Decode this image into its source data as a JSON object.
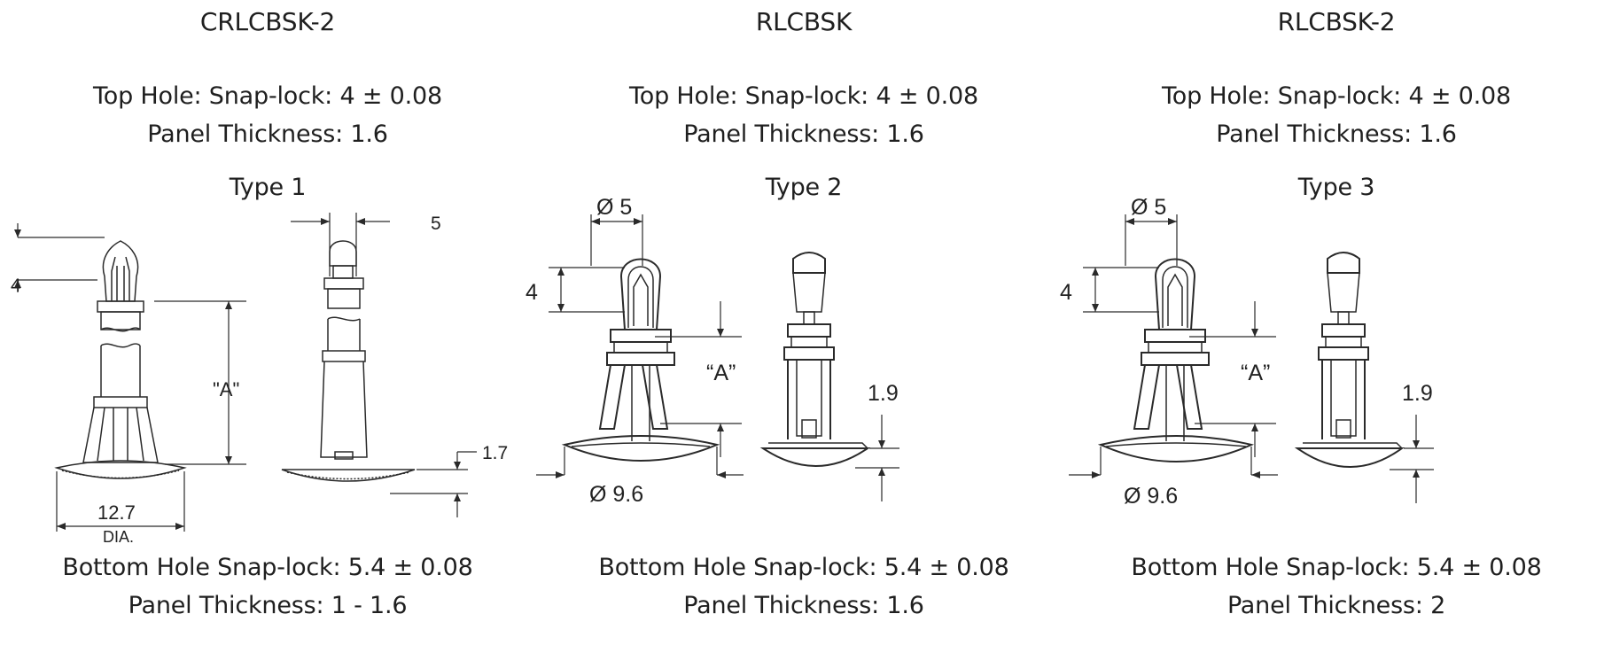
{
  "columns": [
    {
      "code": "CRLCBSK-2",
      "top_hole": "Top Hole: Snap-lock: 4 ± 0.08",
      "top_panel": "Panel Thickness: 1.6",
      "type": "Type 1",
      "bottom_hole": "Bottom Hole Snap-lock: 5.4 ± 0.08",
      "bottom_panel": "Panel Thickness: 1 - 1.6",
      "dims": {
        "top_width": "5",
        "top_height": "4",
        "length": "\"A\"",
        "base_thickness": "1.7",
        "base_dia": "12.7",
        "base_dia_note": "DIA."
      }
    },
    {
      "code": "RLCBSK",
      "top_hole": "Top Hole: Snap-lock: 4 ± 0.08",
      "top_panel": "Panel Thickness: 1.6",
      "type": "Type 2",
      "bottom_hole": "Bottom Hole Snap-lock: 5.4 ± 0.08",
      "bottom_panel": "Panel Thickness: 1.6",
      "dims": {
        "top_dia": "Ø 5",
        "top_height": "4",
        "length": "“A”",
        "base_thickness": "1.9",
        "base_dia": "Ø 9.6"
      }
    },
    {
      "code": "RLCBSK-2",
      "top_hole": "Top Hole: Snap-lock: 4 ± 0.08",
      "top_panel": "Panel Thickness: 1.6",
      "type": "Type 3",
      "bottom_hole": "Bottom Hole Snap-lock: 5.4 ± 0.08",
      "bottom_panel": "Panel Thickness: 2",
      "dims": {
        "top_dia": "Ø 5",
        "top_height": "4",
        "length": "“A”",
        "base_thickness": "1.9",
        "base_dia": "Ø 9.6"
      }
    }
  ]
}
